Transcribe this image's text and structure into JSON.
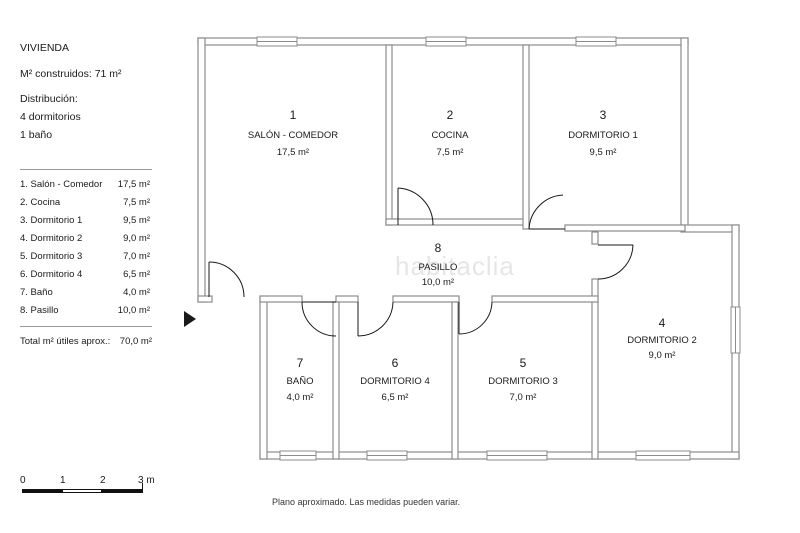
{
  "summary": {
    "heading": "VIVIENDA",
    "built": "M² construidos: 71 m²",
    "dist_label": "Distribución:",
    "bedrooms": "4 dormitorios",
    "bathrooms": "1 baño"
  },
  "room_table": [
    {
      "name": "1.  Salón - Comedor",
      "area": "17,5 m²"
    },
    {
      "name": "2.  Cocina",
      "area": "7,5 m²"
    },
    {
      "name": "3.  Dormitorio 1",
      "area": "9,5 m²"
    },
    {
      "name": "4.  Dormitorio 2",
      "area": "9,0 m²"
    },
    {
      "name": "5.  Dormitorio 3",
      "area": "7,0 m²"
    },
    {
      "name": "6.  Dormitorio 4",
      "area": "6,5 m²"
    },
    {
      "name": "7.  Baño",
      "area": "4,0 m²"
    },
    {
      "name": "8.  Pasillo",
      "area": "10,0 m²"
    }
  ],
  "total": {
    "label": "Total m² útiles aprox.:",
    "value": "70,0 m²"
  },
  "scale": {
    "labels": [
      "0",
      "1",
      "2",
      "3 m"
    ]
  },
  "rooms": [
    {
      "num": "1",
      "name": "SALÓN - COMEDOR",
      "area": "17,5 m²"
    },
    {
      "num": "2",
      "name": "COCINA",
      "area": "7,5 m²"
    },
    {
      "num": "3",
      "name": "DORMITORIO 1",
      "area": "9,5 m²"
    },
    {
      "num": "4",
      "name": "DORMITORIO 2",
      "area": "9,0 m²"
    },
    {
      "num": "5",
      "name": "DORMITORIO 3",
      "area": "7,0 m²"
    },
    {
      "num": "6",
      "name": "DORMITORIO 4",
      "area": "6,5 m²"
    },
    {
      "num": "7",
      "name": "BAÑO",
      "area": "4,0 m²"
    },
    {
      "num": "8",
      "name": "PASILLO",
      "area": "10,0 m²"
    }
  ],
  "watermark": "habitaclia",
  "note": "Plano aproximado. Las medidas pueden variar.",
  "colors": {
    "wall": "#8c8c8c",
    "wall_fill": "#ffffff",
    "ink": "#1a1a1a"
  }
}
